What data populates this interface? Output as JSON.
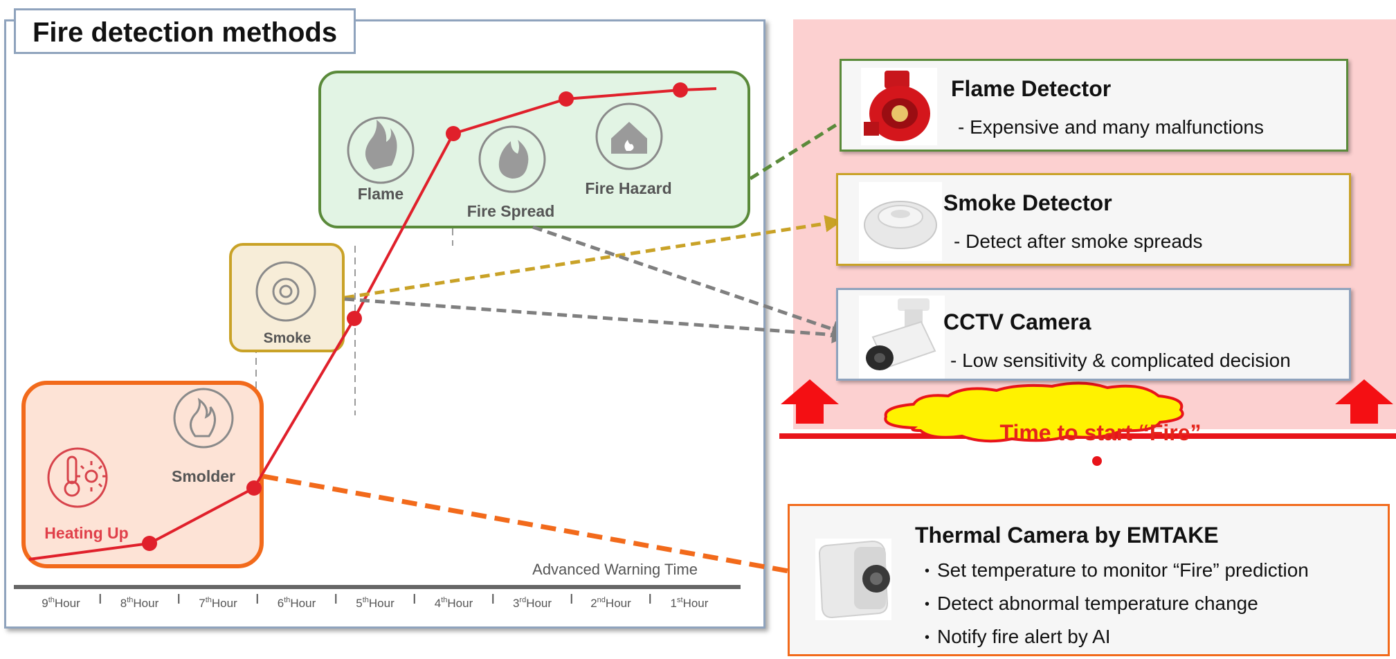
{
  "title": "Fire detection methods",
  "chart": {
    "stages": {
      "heating_up": "Heating Up",
      "smolder": "Smolder",
      "smoke": "Smoke",
      "flame": "Flame",
      "fire_spread": "Fire Spread",
      "fire_hazard": "Fire Hazard"
    },
    "axis_label": "Advanced Warning Time",
    "hours": [
      {
        "n": "9",
        "sup": "th",
        "w": "Hour"
      },
      {
        "n": "8",
        "sup": "th",
        "w": "Hour"
      },
      {
        "n": "7",
        "sup": "th",
        "w": "Hour"
      },
      {
        "n": "6",
        "sup": "th",
        "w": "Hour"
      },
      {
        "n": "5",
        "sup": "th",
        "w": "Hour"
      },
      {
        "n": "4",
        "sup": "th",
        "w": "Hour"
      },
      {
        "n": "3",
        "sup": "rd",
        "w": "Hour"
      },
      {
        "n": "2",
        "sup": "nd",
        "w": "Hour"
      },
      {
        "n": "1",
        "sup": "st",
        "w": "Hour"
      }
    ]
  },
  "detectors": {
    "flame": {
      "title": "Flame Detector",
      "desc": "- Expensive and many malfunctions"
    },
    "smoke": {
      "title": "Smoke Detector",
      "desc": "- Detect after smoke spreads"
    },
    "cctv": {
      "title": "CCTV Camera",
      "desc": "- Low sensitivity & complicated decision"
    }
  },
  "time_to_fire": "Time to start “Fire”",
  "thermal": {
    "title": "Thermal Camera by EMTAKE",
    "bullets": [
      "Set temperature to monitor “Fire” prediction",
      "Detect abnormal temperature change",
      "Notify fire alert by AI"
    ]
  },
  "colors": {
    "curve": "#e0202b",
    "green": "#5a8a3a",
    "gold": "#c9a227",
    "orange": "#f26a1b",
    "gray": "#7f7f7f",
    "pink_bg": "#fcd0d0"
  }
}
